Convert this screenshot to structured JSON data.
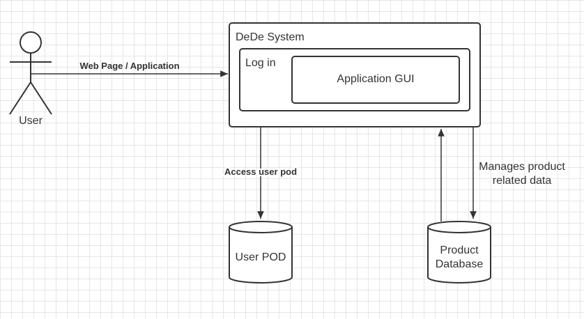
{
  "actor": {
    "label": "User"
  },
  "system": {
    "title": "DeDe System",
    "login_label": "Log in",
    "gui_label": "Application GUI"
  },
  "edges": {
    "user_to_system": "Web Page / Application",
    "system_to_userpod": "Access user pod",
    "system_to_productdb": "Manages product related data",
    "system_to_productdb_line1": "Manages product",
    "system_to_productdb_line2": "related data"
  },
  "stores": {
    "user_pod": "User POD",
    "product_db_line1": "Product",
    "product_db_line2": "Database"
  },
  "colors": {
    "stroke": "#333333",
    "grid": "#e6e6e6",
    "background": "#ffffff"
  }
}
